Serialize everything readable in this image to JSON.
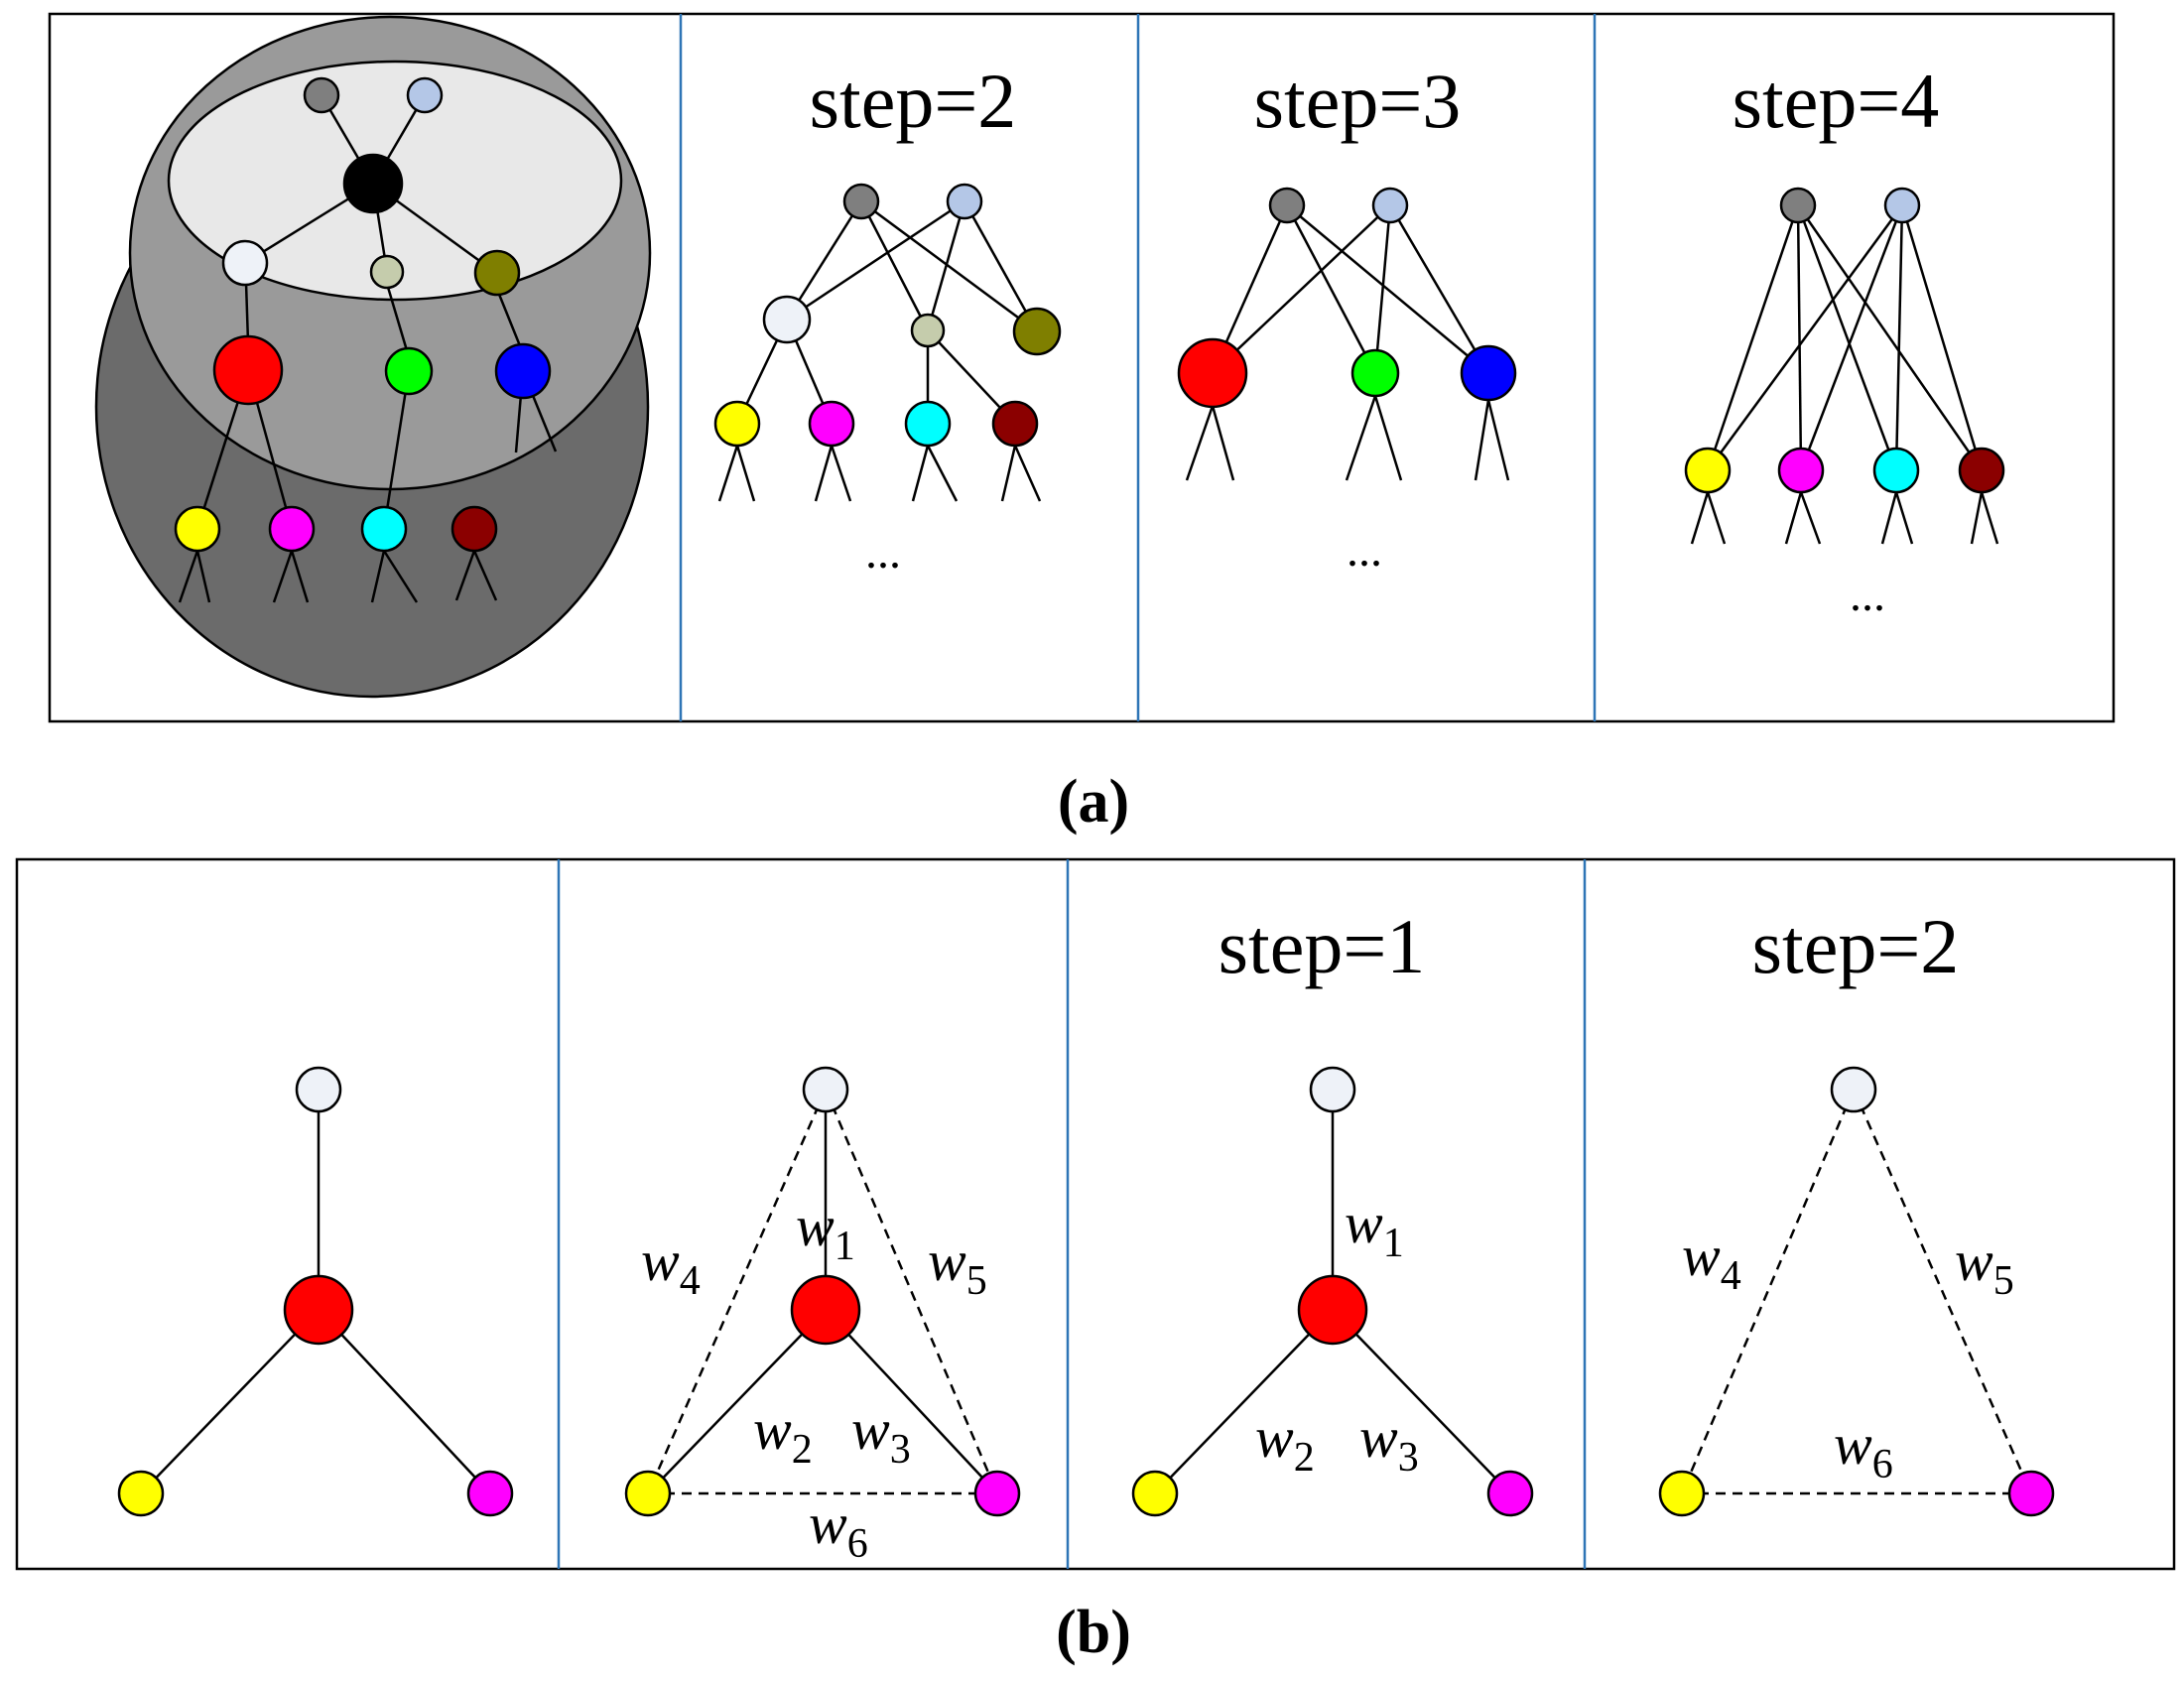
{
  "colors": {
    "gray": "#7f7f7f",
    "light_blue": "#b4c7e7",
    "black": "#000000",
    "white_node": "#eef2f8",
    "khaki": "#c5ccac",
    "olive": "#7f7f00",
    "red": "#ff0000",
    "green": "#00ff00",
    "blue": "#0000ff",
    "yellow": "#ffff00",
    "magenta": "#ff00ff",
    "cyan": "#00ffff",
    "maroon": "#8b0000",
    "divider": "#2e75b6",
    "ellipse_outer": "#6b6b6b",
    "ellipse_middle": "#9a9a9a",
    "ellipse_inner": "#e8e8e8"
  },
  "panel_a": {
    "caption": "(a)",
    "step_labels": [
      "step=2",
      "step=3",
      "step=4"
    ],
    "ellipsis": "..."
  },
  "panel_b": {
    "caption": "(b)",
    "step_labels": [
      "step=1",
      "step=2"
    ],
    "weights": {
      "w1": {
        "base": "w",
        "sub": "1"
      },
      "w2": {
        "base": "w",
        "sub": "2"
      },
      "w3": {
        "base": "w",
        "sub": "3"
      },
      "w4": {
        "base": "w",
        "sub": "4"
      },
      "w5": {
        "base": "w",
        "sub": "5"
      },
      "w6": {
        "base": "w",
        "sub": "6"
      }
    }
  }
}
